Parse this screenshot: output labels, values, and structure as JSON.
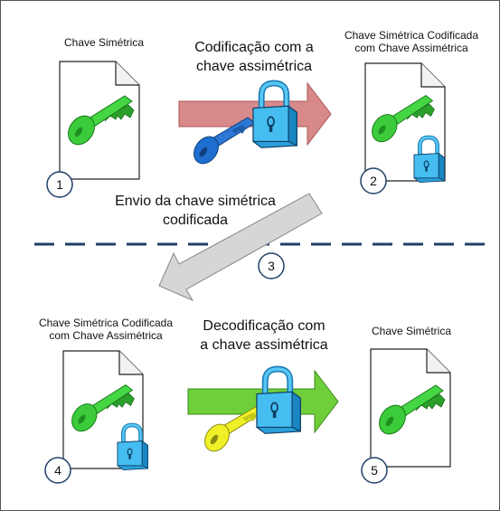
{
  "labels": {
    "step1_caption": "Chave Simétrica",
    "step2_caption_line1": "Chave Simétrica Codificada",
    "step2_caption_line2": "com Chave Assimétrica",
    "encode_line1": "Codificação com a",
    "encode_line2": "chave assimétrica",
    "transfer_line1": "Envio da chave simétrica",
    "transfer_line2": "codificada",
    "step4_caption_line1": "Chave Simétrica Codificada",
    "step4_caption_line2": "com Chave Assimétrica",
    "decode_line1": "Decodificação com",
    "decode_line2": "a chave assimétrica",
    "step5_caption": "Chave Simétrica"
  },
  "steps": [
    "1",
    "2",
    "3",
    "4",
    "5"
  ],
  "icons": {
    "document": "document-icon",
    "symmetric_key": "key-icon",
    "asymmetric_key": "key-icon",
    "lock": "padlock-icon"
  },
  "colors": {
    "symmetric_key": "#3fd33f",
    "asymmetric_key_blue": "#1f6fd0",
    "asymmetric_key_yellow": "#f0f028",
    "padlock": "#33b6ee",
    "encode_arrow": "#d88a8a",
    "decode_arrow": "#6fcf3a",
    "transfer_arrow": "#d0d0d0",
    "divider": "#1f3f66",
    "step_circle": "#1f3f66"
  }
}
